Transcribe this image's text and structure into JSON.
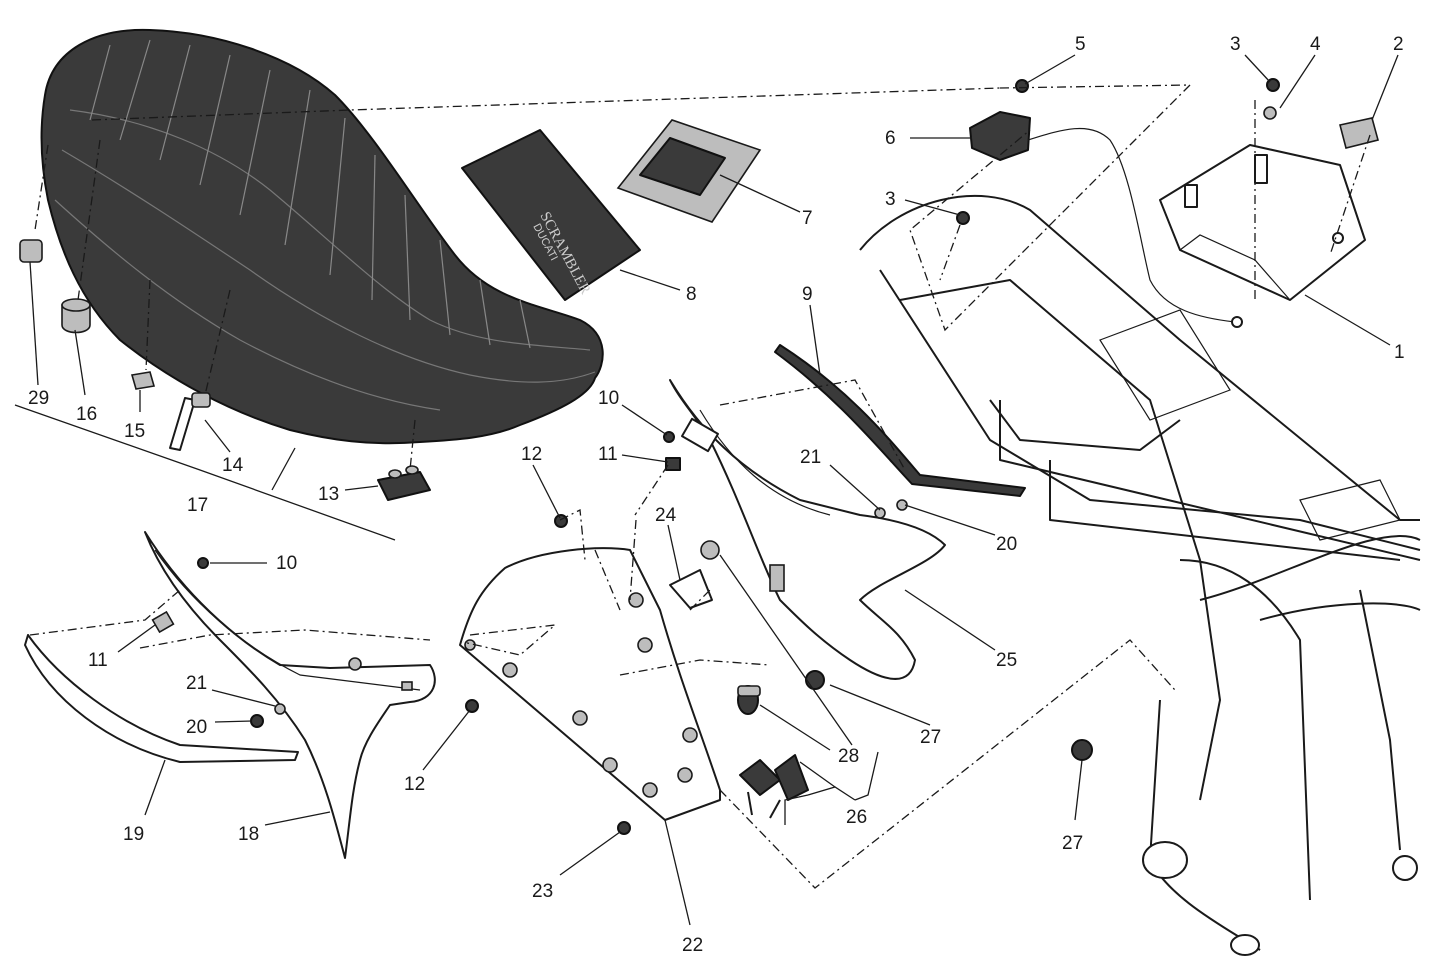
{
  "diagram": {
    "book_title": "SCRAMBLER",
    "book_subtitle": "DUCATI"
  },
  "callouts": [
    "1",
    "2",
    "3",
    "3",
    "4",
    "5",
    "6",
    "7",
    "8",
    "9",
    "10",
    "10",
    "11",
    "11",
    "12",
    "12",
    "13",
    "14",
    "15",
    "16",
    "17",
    "18",
    "19",
    "20",
    "20",
    "21",
    "21",
    "22",
    "23",
    "24",
    "25",
    "26",
    "27",
    "27",
    "28",
    "29"
  ]
}
